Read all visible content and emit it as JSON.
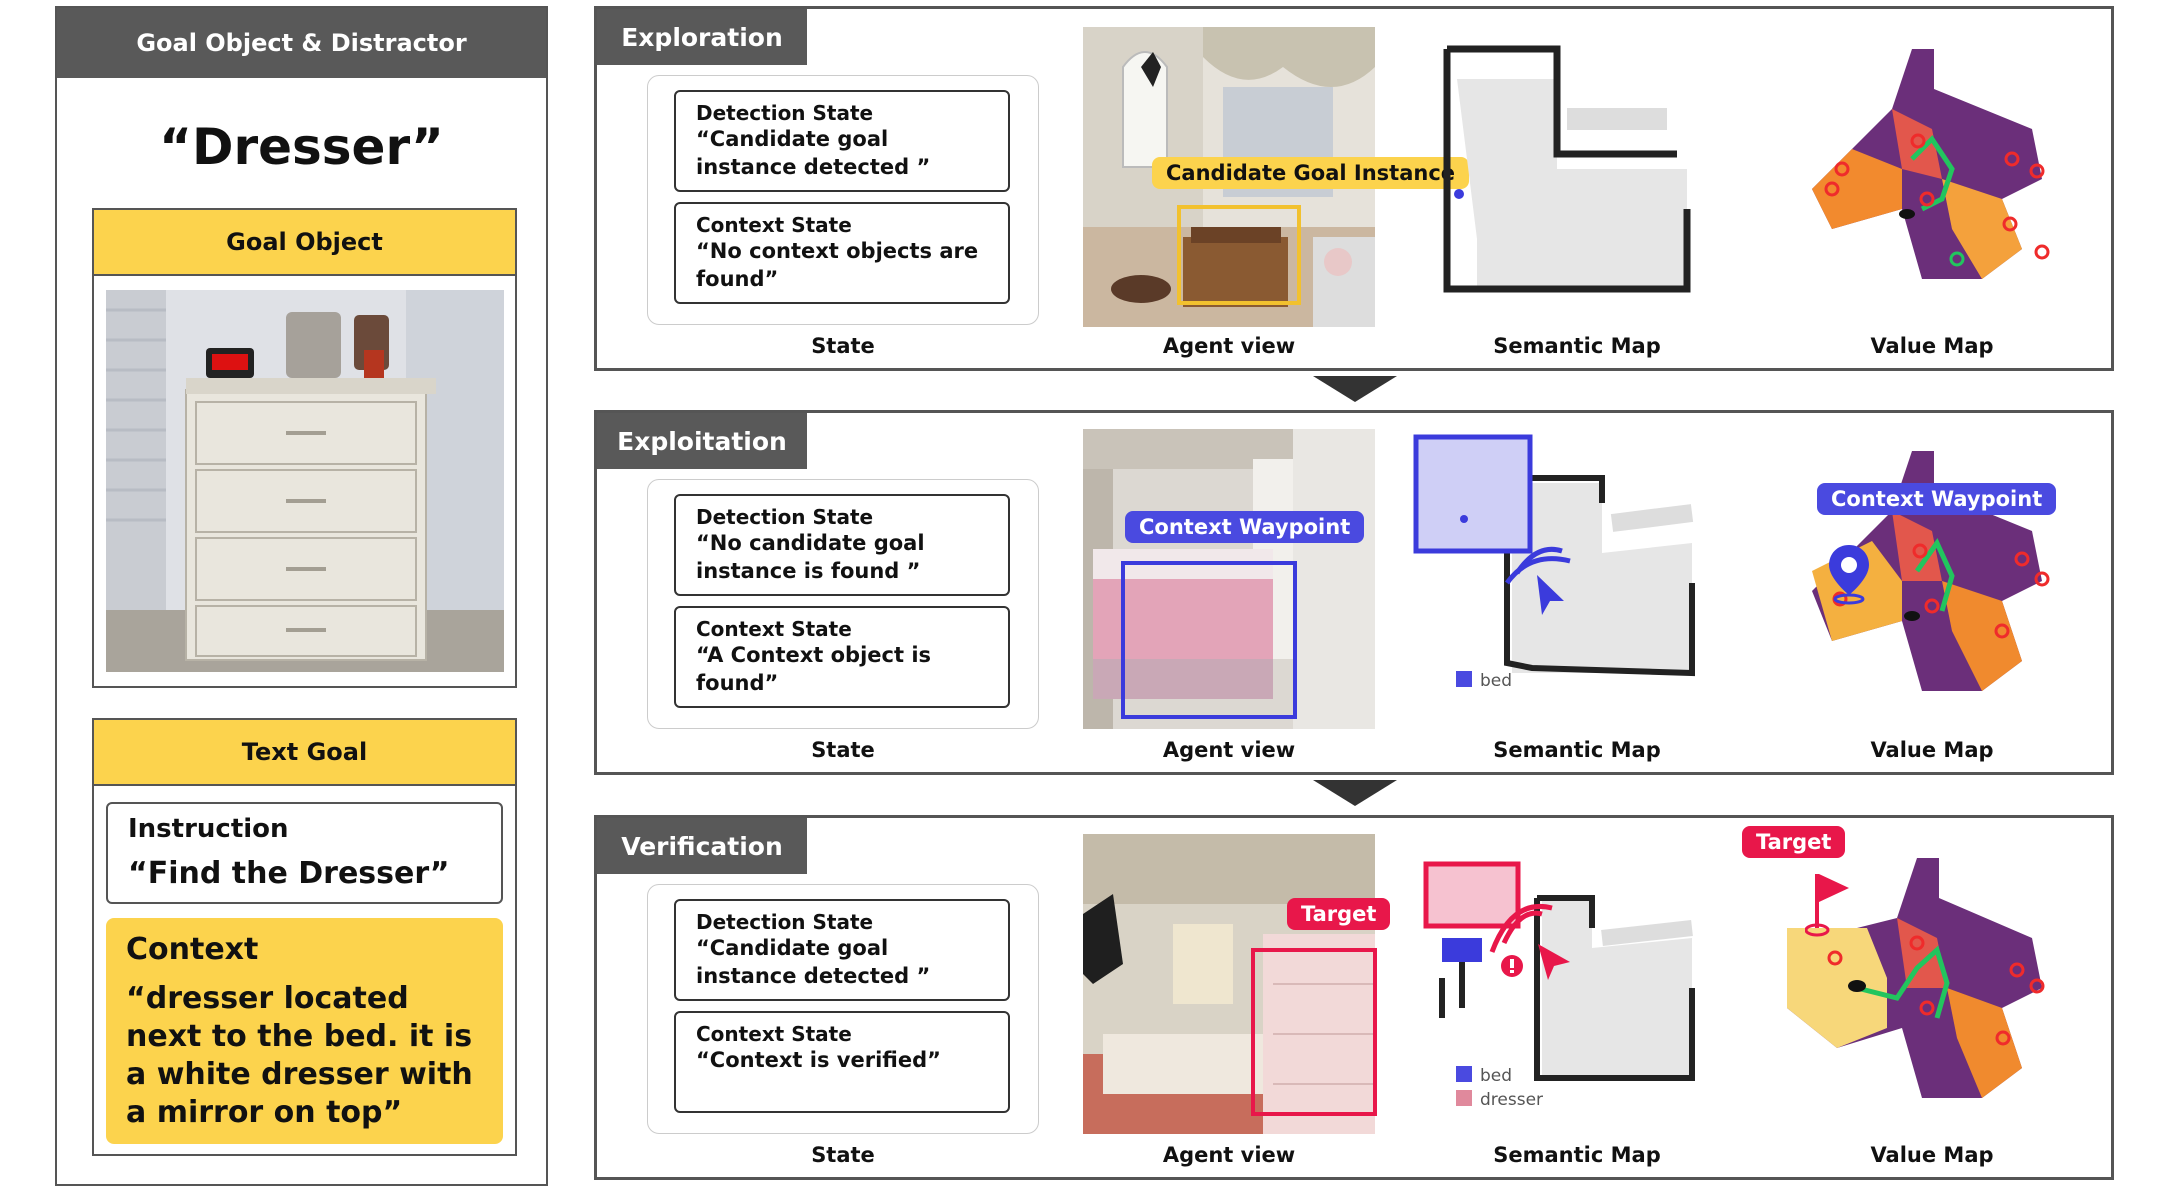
{
  "left": {
    "header": "Goal Object & Distractor",
    "goal_quote": "“Dresser”",
    "goal_object_title": "Goal Object",
    "text_goal_title": "Text Goal",
    "instruction_label": "Instruction",
    "instruction_text": "“Find the Dresser”",
    "context_label": "Context",
    "context_text": "“dresser located next to the bed. it is a white dresser with a mirror on top”"
  },
  "labels": {
    "state": "State",
    "agent_view": "Agent view",
    "semantic_map": "Semantic Map",
    "value_map": "Value Map"
  },
  "stages": [
    {
      "name": "Exploration",
      "detection_title": "Detection State",
      "detection_text": "“Candidate goal instance detected ”",
      "context_title": "Context State",
      "context_text": "“No context objects are found”",
      "agent_tag": "Candidate Goal Instance"
    },
    {
      "name": "Exploitation",
      "detection_title": "Detection State",
      "detection_text": "“No candidate goal instance is found ”",
      "context_title": "Context State",
      "context_text": "“A Context object is found”",
      "agent_tag": "Context Waypoint",
      "legend": [
        "bed"
      ],
      "value_tag": "Context Waypoint"
    },
    {
      "name": "Verification",
      "detection_title": "Detection State",
      "detection_text": "“Candidate goal instance detected ”",
      "context_title": "Context State",
      "context_text": "“Context is verified”",
      "agent_tag": "Target",
      "legend": [
        "bed",
        "dresser"
      ],
      "value_tag": "Target"
    }
  ],
  "colors": {
    "yellow": "#fcd34d",
    "blue": "#3b3bdc",
    "red": "#e8174a",
    "header_gray": "#595959"
  }
}
